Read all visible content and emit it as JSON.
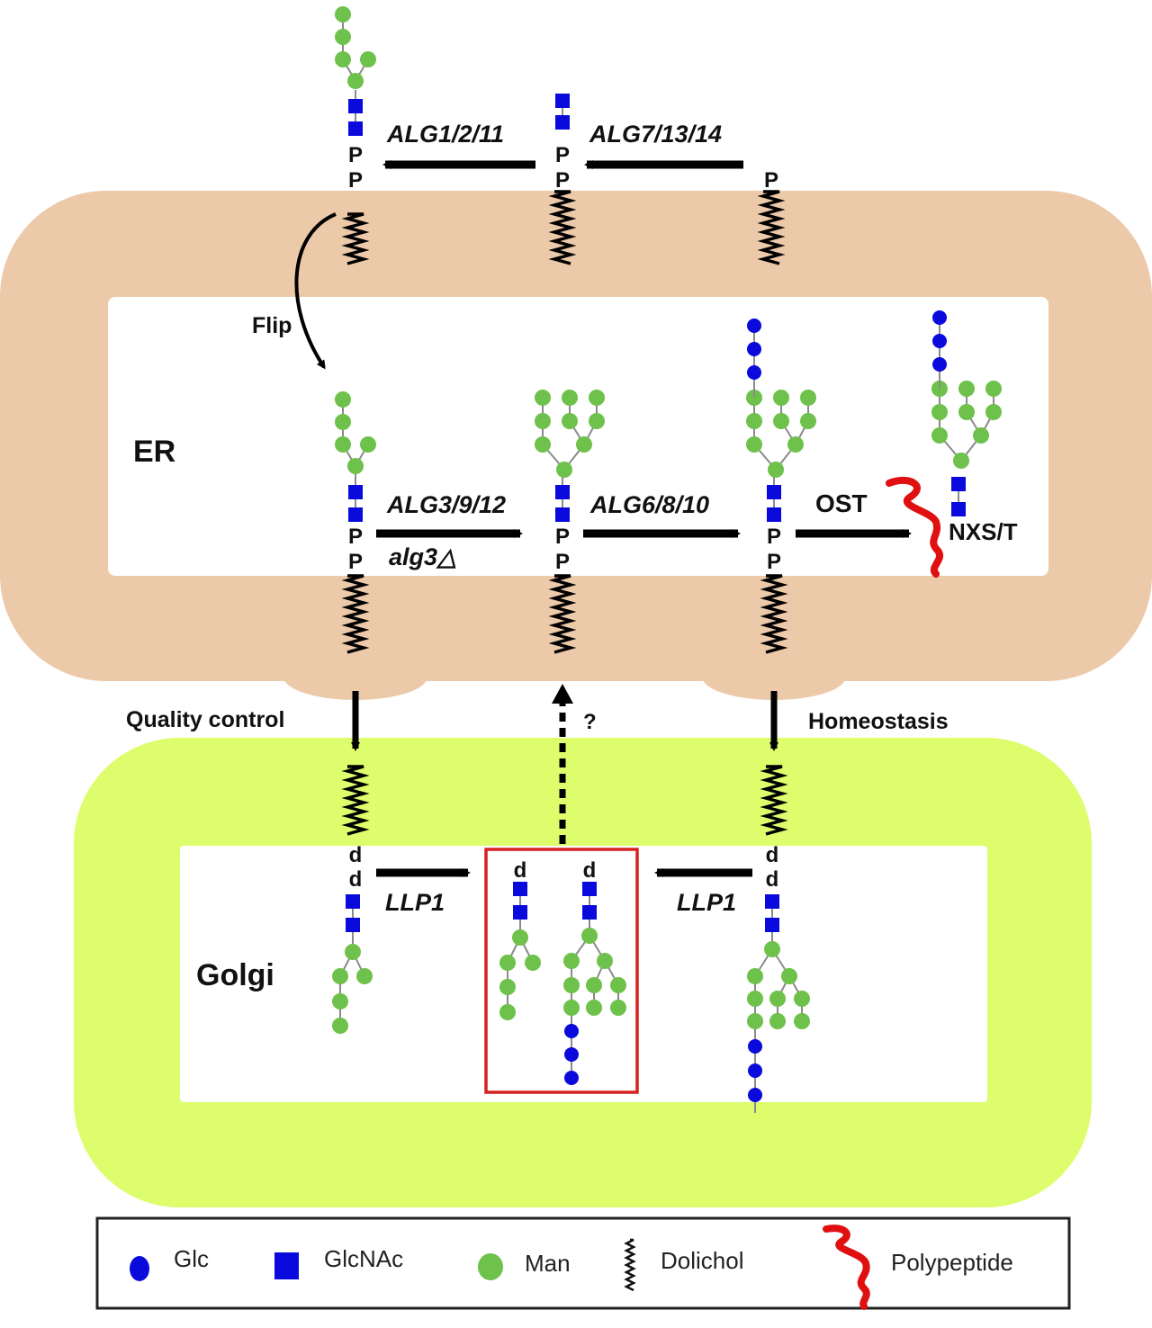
{
  "colors": {
    "er_membrane": "#ecc9a9",
    "golgi_membrane": "#ddfd6c",
    "glc": "#0a0adc",
    "glcnac": "#0a0adc",
    "man": "#6ec14a",
    "polypeptide": "#e01010",
    "highlight_box": "#d92020",
    "arrow": "#000000"
  },
  "compartments": {
    "er_label": "ER",
    "golgi_label": "Golgi"
  },
  "enzymes": {
    "alg1": "ALG1/2/11",
    "alg7": "ALG7/13/14",
    "alg3": "ALG3/9/12",
    "alg3_mutant": "alg3△",
    "alg6": "ALG6/8/10",
    "ost": "OST",
    "llp1_left": "LLP1",
    "llp1_right": "LLP1"
  },
  "process_labels": {
    "flip": "Flip",
    "quality_control": "Quality control",
    "homeostasis": "Homeostasis",
    "unknown": "?",
    "phosphate": "P",
    "phosphate_flipped": "d",
    "acceptor_site": "NXS/T"
  },
  "legend": {
    "items": [
      {
        "icon": "glc-circle-icon",
        "label": "Glc"
      },
      {
        "icon": "glcnac-square-icon",
        "label": "GlcNAc"
      },
      {
        "icon": "man-circle-icon",
        "label": "Man"
      },
      {
        "icon": "dolichol-icon",
        "label": "Dolichol"
      },
      {
        "icon": "polypeptide-icon",
        "label": "Polypeptide"
      }
    ]
  }
}
